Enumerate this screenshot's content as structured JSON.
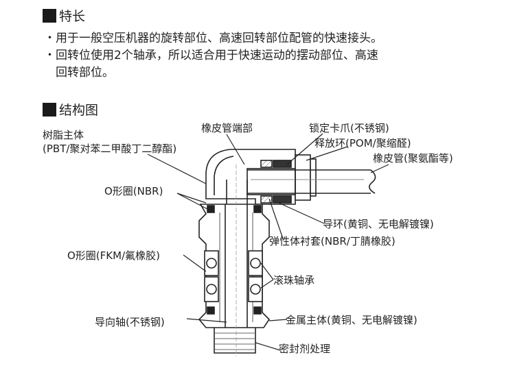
{
  "features": {
    "title": "特长",
    "lines": [
      "・用于一般空压机器的旋转部位、高速回转部位配管的快速接头。",
      "・回转位使用2个轴承，所以适合用于快速运动的摆动部位、高速",
      "　回转部位。"
    ]
  },
  "structure": {
    "title": "结构图",
    "labels": {
      "resin_body": "树脂主体",
      "resin_body_material": "(PBT/聚对苯二甲酸丁二醇酯)",
      "hose_end": "橡皮管端部",
      "lock_claw": "锁定卡爪(不锈钢)",
      "release_ring": "释放环(POM/聚缩醛)",
      "hose": "橡皮管(聚氨酯等)",
      "oring_nbr": "O形圈(NBR)",
      "guide_ring": "导环(黄铜、无电解镀镍)",
      "elastic_sleeve": "弹性体衬套(NBR/丁腈橡胶)",
      "oring_fkm": "O形圈(FKM/氟橡胶)",
      "ball_bearing": "滚珠轴承",
      "guide_shaft": "导向轴(不锈钢)",
      "metal_body": "金属主体(黄铜、无电解镀镍)",
      "sealant": "密封剂处理"
    }
  }
}
